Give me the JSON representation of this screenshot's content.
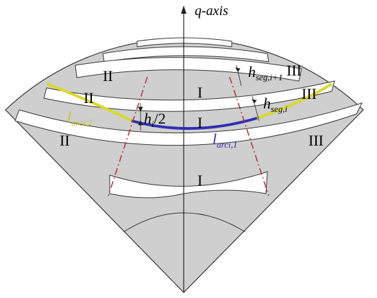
{
  "axis": {
    "label": "q-axis"
  },
  "regions": {
    "I": "I",
    "II": "II",
    "III": "III"
  },
  "labels": {
    "arc1": {
      "main": "l",
      "sub": "arci,1"
    },
    "arc2": {
      "main": "l",
      "sub": "arci,2"
    },
    "half_height": {
      "main": "h",
      "sub": "i",
      "tail": "/2"
    },
    "hseg_i": {
      "main": "h",
      "sub": "seg,i"
    },
    "hseg_i1": {
      "main": "h",
      "sub": "seg,i+1"
    }
  },
  "colors": {
    "sector_fill": "#cfcfcf",
    "slot_fill": "#ffffff",
    "outline": "#333333",
    "arc1": "#2f2fb5",
    "arc2": "#d9d92a",
    "cut_line": "#b03030"
  }
}
